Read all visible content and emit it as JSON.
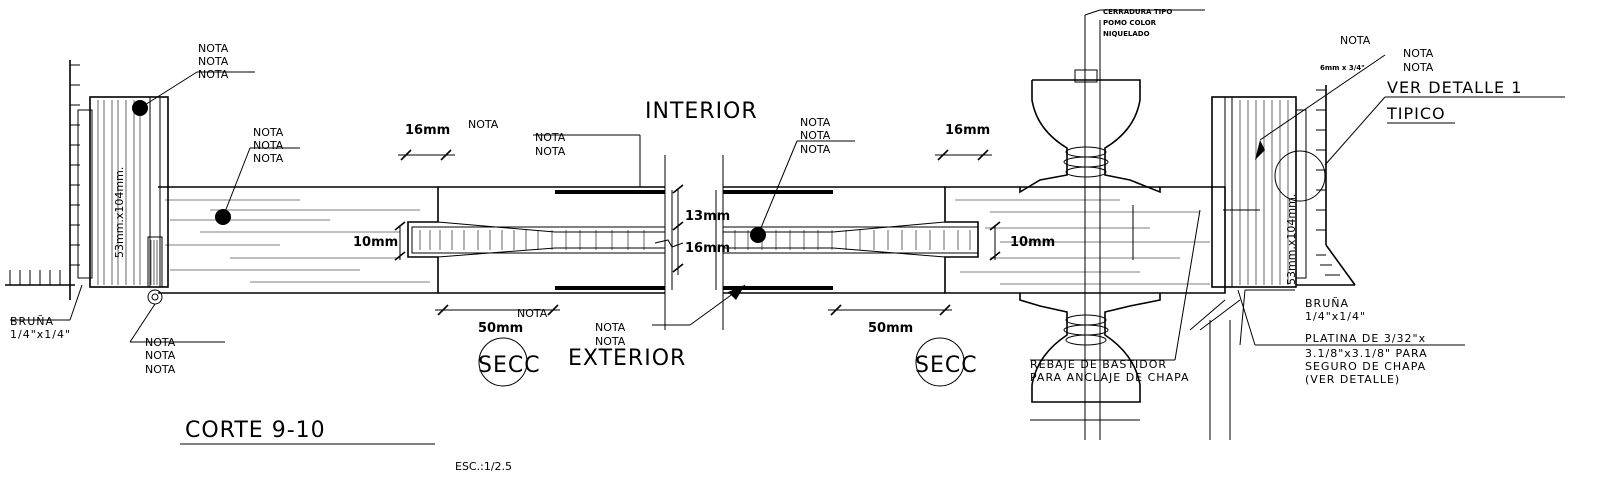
{
  "labels": {
    "interior": "INTERIOR",
    "exterior": "EXTERIOR",
    "secc": "SECC",
    "corte": "CORTE 9-10",
    "escala": "ESC.:1/2.5",
    "ver_detalle": "VER DETALLE 1",
    "tipico": "TIPICO",
    "cerradura_1": "CERRADURA TIPO",
    "cerradura_2": "POMO COLOR",
    "cerradura_3": "NIQUELADO",
    "tornillo": "6mm x 3/4\"",
    "bruna_left_1": "BRUÑA",
    "bruna_left_2": "1/4\"x1/4\"",
    "bruna_right_1": "BRUÑA",
    "bruna_right_2": "1/4\"x1/4\"",
    "platina_1": "PLATINA DE 3/32\"x",
    "platina_2": "3.1/8\"x3.1/8\" PARA",
    "platina_3": "SEGURO DE CHAPA",
    "platina_4": "(VER DETALLE)",
    "rebaje_1": "REBAJE DE BASTIDOR",
    "rebaje_2": "PARA ANCLAJE DE CHAPA",
    "marco_left": "53mm.x104mm.",
    "marco_right": "53mm.x104mm."
  },
  "nota": "NOTA",
  "dims": {
    "d16_left": "16mm",
    "d16_right": "16mm",
    "d13": "13mm",
    "d16_center": "16mm",
    "d10_left": "10mm",
    "d10_right": "10mm",
    "d50_left": "50mm",
    "d50_right": "50mm"
  }
}
